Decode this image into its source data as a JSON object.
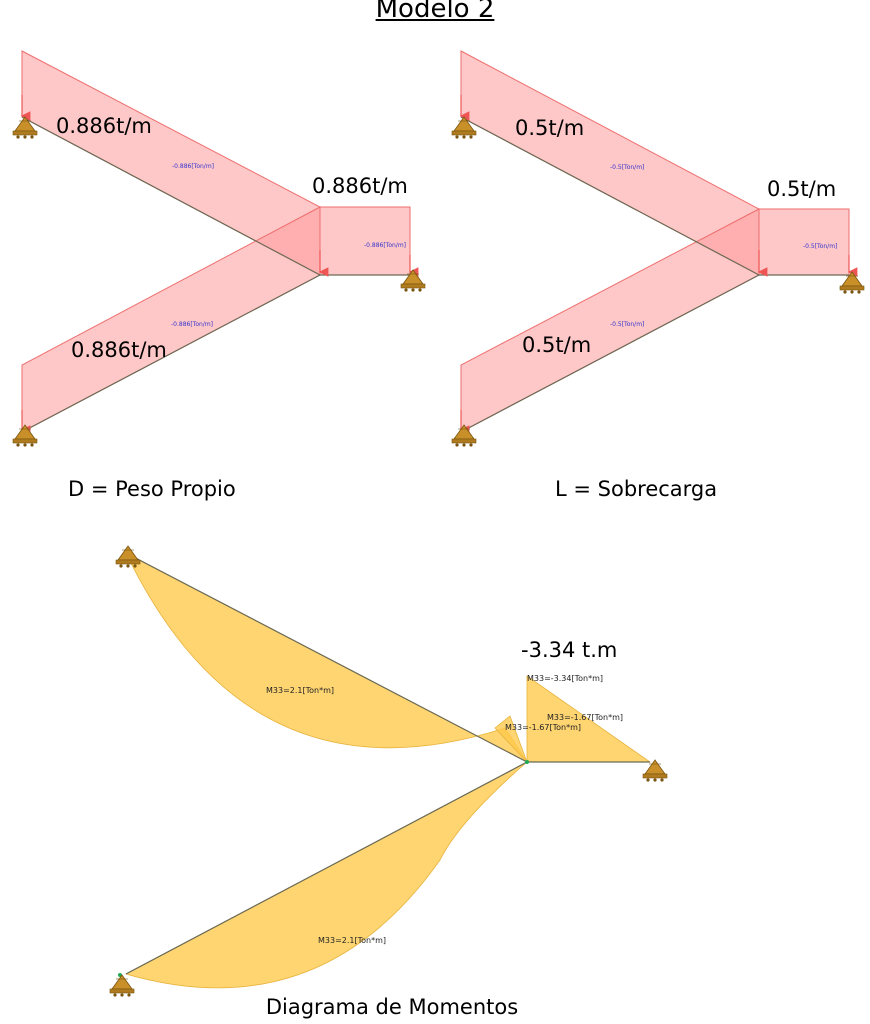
{
  "title": "Modelo 2",
  "captions": {
    "dead": "D = Peso Propio",
    "live": "L = Sobrecarga",
    "moments": "Diagrama de Momentos"
  },
  "dead_load": {
    "upper_arm": "0.886t/m",
    "right_arm": "0.886t/m",
    "lower_arm": "0.886t/m",
    "member_labels": [
      "-0.886[Ton/m]",
      "-0.886[Ton/m]",
      "-0.886[Ton/m]"
    ]
  },
  "live_load": {
    "upper_arm": "0.5t/m",
    "right_arm": "0.5t/m",
    "lower_arm": "0.5t/m",
    "member_labels": [
      "-0.5[Ton/m]",
      "-0.5[Ton/m]",
      "-0.5[Ton/m]"
    ]
  },
  "moment_diagram": {
    "peak_label": "-3.34 t.m",
    "labels": {
      "upper_span": "M33=2.1[Ton*m]",
      "lower_span": "M33=2.1[Ton*m]",
      "joint_peak": "M33=-3.34[Ton*m]",
      "right_mid": "M33=-1.67[Ton*m]",
      "joint_left": "M33=-1.67[Ton*m]"
    }
  },
  "colors": {
    "load_fill": "#ff9a9a",
    "moment_fill": "#ffc94a",
    "support": "#c9902a"
  }
}
